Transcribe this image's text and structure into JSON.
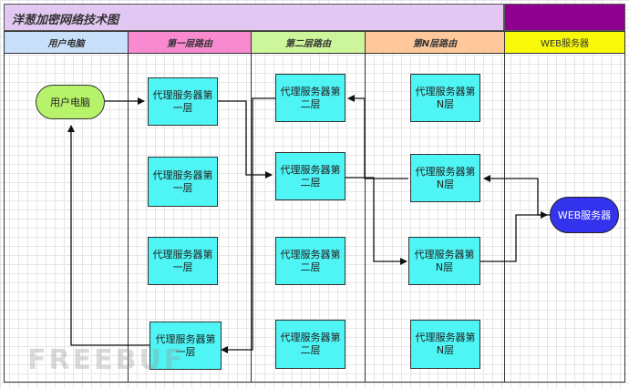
{
  "title": "洋葱加密网络技术图",
  "lanes": [
    {
      "label": "用户电脑",
      "color": "#c9e0fb"
    },
    {
      "label": "第一层路由",
      "color": "#f98ad0"
    },
    {
      "label": "第二层路由",
      "color": "#cdf59b"
    },
    {
      "label": "第N层路由",
      "color": "#ffc89a"
    },
    {
      "label": "WEB服务器",
      "color": "#f8f80a"
    }
  ],
  "nodes": {
    "user_pc": "用户电脑",
    "l1": [
      "代理服务器第一层",
      "代理服务器第一层",
      "代理服务器第一层",
      "代理服务器第一层"
    ],
    "l2": [
      "代理服务器第二层",
      "代理服务器第二层",
      "代理服务器第二层",
      "代理服务器第二层"
    ],
    "ln": [
      "代理服务器第N层",
      "代理服务器第N层",
      "代理服务器第N层",
      "代理服务器第N层"
    ],
    "web": "WEB服务器"
  },
  "watermark": "FREEBUF",
  "colors": {
    "title_bg": "#e2c7f2",
    "title_accent": "#8e008e",
    "node": "#4ff4f4",
    "user_pc": "#b6f26a",
    "web": "#3333ee"
  }
}
